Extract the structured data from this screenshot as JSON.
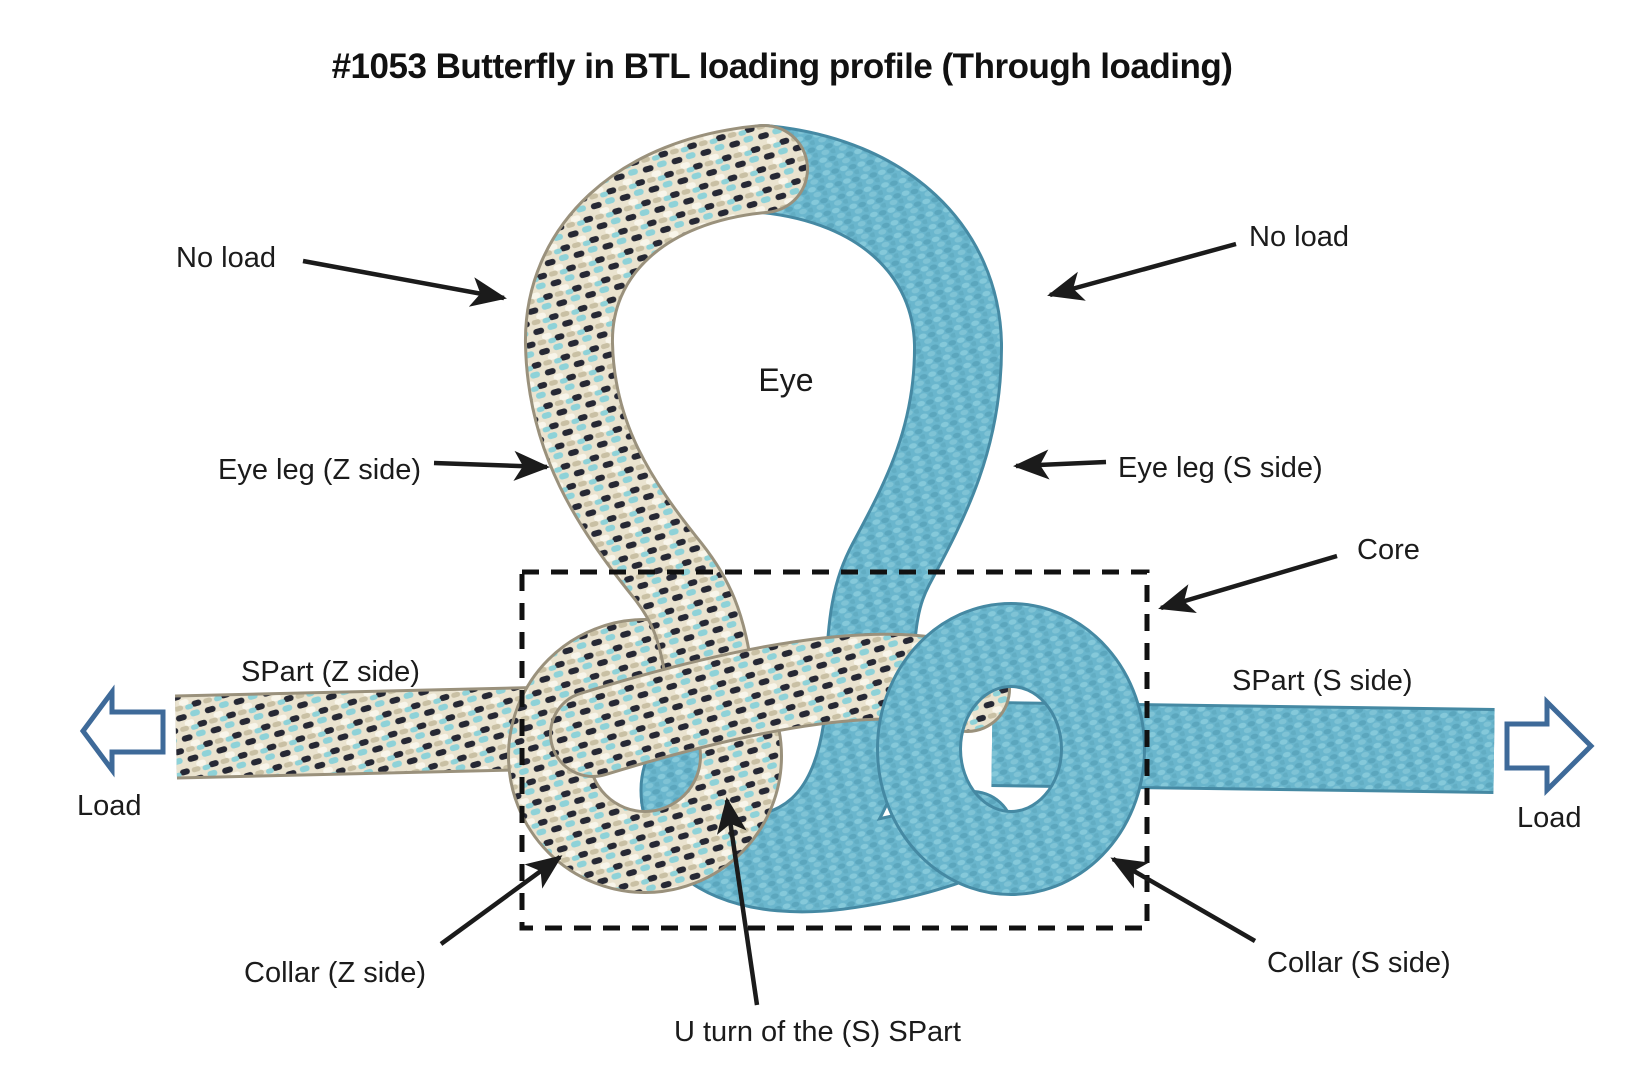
{
  "title": "#1053 Butterfly in BTL loading profile (Through loading)",
  "labels": {
    "no_load_left": "No load",
    "no_load_right": "No load",
    "eye": "Eye",
    "eye_leg_z": "Eye leg (Z side)",
    "eye_leg_s": "Eye leg (S side)",
    "core": "Core",
    "spart_z": "SPart (Z side)",
    "spart_s": "SPart (S side)",
    "load_left": "Load",
    "load_right": "Load",
    "collar_z": "Collar (Z side)",
    "collar_s": "Collar (S side)",
    "u_turn": "U turn of the (S) SPart"
  },
  "colors": {
    "rope_blue": "#6ab6cd",
    "rope_cream": "#eae3cf",
    "fleck_dark": "#262834",
    "fleck_teal": "#8ed2d8",
    "annotation_black": "#1b1b1b",
    "load_arrow_outline": "#3e6a99",
    "background": "#ffffff"
  }
}
